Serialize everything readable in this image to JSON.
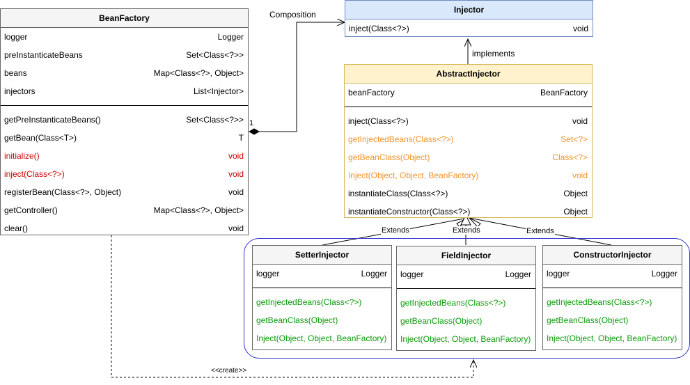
{
  "bean_factory": {
    "title": "BeanFactory",
    "attributes": [
      {
        "name": "logger",
        "type": "Logger",
        "color": "default"
      },
      {
        "name": "preInstanticateBeans",
        "type": "Set<Class<?>>",
        "color": "default"
      },
      {
        "name": "beans",
        "type": "Map<Class<?>, Object>",
        "color": "default"
      },
      {
        "name": "injectors",
        "type": "List<Injector>",
        "color": "default"
      }
    ],
    "methods": [
      {
        "name": "getPreInstanticateBeans()",
        "type": "Set<Class<?>>",
        "color": "default"
      },
      {
        "name": "getBean(Class<T>)",
        "type": "T",
        "color": "default"
      },
      {
        "name": "initialize()",
        "type": "void",
        "color": "red"
      },
      {
        "name": "inject(Class<?>)",
        "type": "void",
        "color": "red"
      },
      {
        "name": "registerBean(Class<?>, Object)",
        "type": "void",
        "color": "default"
      },
      {
        "name": "getController()",
        "type": "Map<Class<?>, Object>",
        "color": "default"
      },
      {
        "name": "clear()",
        "type": "void",
        "color": "default"
      }
    ]
  },
  "injector": {
    "title": "Injector",
    "methods": [
      {
        "name": "inject(Class<?>)",
        "type": "void",
        "color": "default"
      }
    ]
  },
  "abstract_injector": {
    "title": "AbstractInjector",
    "attributes": [
      {
        "name": "beanFactory",
        "type": "BeanFactory",
        "color": "default"
      }
    ],
    "methods": [
      {
        "name": "inject(Class<?>)",
        "type": "void",
        "color": "default"
      },
      {
        "name": "getInjectedBeans(Class<?>)",
        "type": "Set<?>",
        "color": "orange"
      },
      {
        "name": "getBeanClass(Object)",
        "type": "Class<?>",
        "color": "orange"
      },
      {
        "name": "Inject(Object, Object, BeanFactory)",
        "type": "void",
        "color": "orange"
      },
      {
        "name": "instantiateClass(Class<?>)",
        "type": "Object",
        "color": "default"
      },
      {
        "name": "instantiateConstructor(Class<?>)",
        "type": "Object",
        "color": "default"
      }
    ]
  },
  "setter_injector": {
    "title": "SetterInjector",
    "attributes": [
      {
        "name": "logger",
        "type": "Logger",
        "color": "default"
      }
    ],
    "methods": [
      {
        "name": "getInjectedBeans(Class<?>)",
        "type": "",
        "color": "green"
      },
      {
        "name": "getBeanClass(Object)",
        "type": "",
        "color": "green"
      },
      {
        "name": "Inject(Object, Object, BeanFactory)",
        "type": "",
        "color": "green"
      }
    ]
  },
  "field_injector": {
    "title": "FieldInjector",
    "attributes": [
      {
        "name": "logger",
        "type": "Logger",
        "color": "default"
      }
    ],
    "methods": [
      {
        "name": "getInjectedBeans(Class<?>)",
        "type": "",
        "color": "green"
      },
      {
        "name": "getBeanClass(Object)",
        "type": "",
        "color": "green"
      },
      {
        "name": "Inject(Object, Object, BeanFactory)",
        "type": "",
        "color": "green"
      }
    ]
  },
  "constructor_injector": {
    "title": "ConstructorInjector",
    "attributes": [
      {
        "name": "logger",
        "type": "Logger",
        "color": "default"
      }
    ],
    "methods": [
      {
        "name": "getInjectedBeans(Class<?>)",
        "type": "",
        "color": "green"
      },
      {
        "name": "getBeanClass(Object)",
        "type": "",
        "color": "green"
      },
      {
        "name": "Inject(Object, Object, BeanFactory)",
        "type": "",
        "color": "green"
      }
    ]
  },
  "relations": {
    "composition": "Composition",
    "multiplicity": "1",
    "implements": "implements",
    "extends_setter": "Extends",
    "extends_field": "Extends",
    "extends_constructor": "Extends",
    "create": "<<create>>"
  },
  "colors": {
    "injector_fill": "#dae8fc",
    "injector_border": "#6c8ebf",
    "abstract_fill": "#fff2cc",
    "abstract_border": "#d6b656",
    "subclass_header_fill": "#f5f5f5",
    "group_border": "#3333cc",
    "red_text": "#cc0000",
    "orange_text": "#f0932b",
    "green_text": "#0a9b0a"
  }
}
